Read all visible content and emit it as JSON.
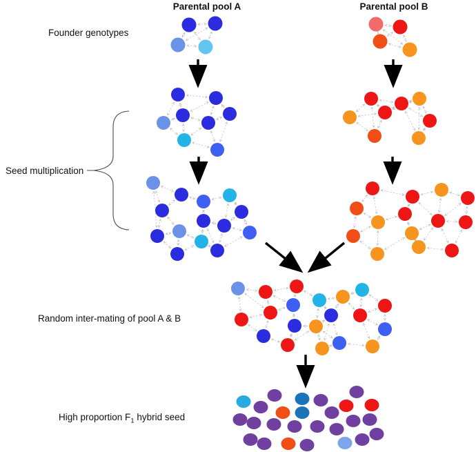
{
  "labels": {
    "pool_a_title": "Parental pool A",
    "pool_b_title": "Parental pool B",
    "founder_genotypes": "Founder genotypes",
    "seed_multiplication": "Seed multiplication",
    "random_intermating": "Random inter-mating of pool A & B",
    "hybrid_seed": {
      "pre": "High proportion F",
      "sub": "1",
      "post": " hybrid seed"
    }
  },
  "palette": {
    "db": "#2b2be0",
    "mb": "#3d5ff2",
    "cf": "#6b92e8",
    "lc": "#63c6f2",
    "cy": "#22b3e8",
    "rd": "#ee1515",
    "sl": "#f06b6b",
    "or": "#f7941e",
    "ro": "#f04e16",
    "pu": "#7040a0",
    "sb": "#1d73b8",
    "lb": "#7ea5ea",
    "cy2": "#29abe2"
  },
  "edge_style": {
    "color": "#c8c8c8",
    "width": 0.8,
    "dash": "2.5 2"
  },
  "arrow_color": "#000000",
  "networks": [
    {
      "id": "pool-a-founders",
      "node_r": 10.5,
      "k": 3,
      "nodes": [
        [
          274,
          36,
          "db"
        ],
        [
          312,
          34,
          "db"
        ],
        [
          258,
          65,
          "cf"
        ],
        [
          298,
          68,
          "lc"
        ]
      ]
    },
    {
      "id": "pool-b-founders",
      "node_r": 10.5,
      "k": 3,
      "nodes": [
        [
          545,
          35,
          "sl"
        ],
        [
          580,
          39,
          "rd"
        ],
        [
          551,
          60,
          "ro"
        ],
        [
          594,
          72,
          "or"
        ]
      ]
    },
    {
      "id": "pool-a-stage2",
      "node_r": 10,
      "k": 3,
      "nodes": [
        [
          258,
          137,
          "db"
        ],
        [
          313,
          142,
          "db"
        ],
        [
          265,
          167,
          "db"
        ],
        [
          333,
          165,
          "db"
        ],
        [
          237,
          178,
          "cf"
        ],
        [
          302,
          178,
          "db"
        ],
        [
          267,
          203,
          "cy"
        ],
        [
          315,
          217,
          "mb"
        ]
      ]
    },
    {
      "id": "pool-b-stage2",
      "node_r": 10,
      "k": 3,
      "nodes": [
        [
          538,
          143,
          "rd"
        ],
        [
          582,
          150,
          "rd"
        ],
        [
          608,
          143,
          "or"
        ],
        [
          558,
          163,
          "rd"
        ],
        [
          507,
          170,
          "or"
        ],
        [
          623,
          175,
          "rd"
        ],
        [
          543,
          197,
          "ro"
        ],
        [
          607,
          200,
          "or"
        ]
      ]
    },
    {
      "id": "pool-a-stage3",
      "node_r": 10,
      "k": 3,
      "nodes": [
        [
          222,
          265,
          "cf"
        ],
        [
          263,
          282,
          "db"
        ],
        [
          295,
          292,
          "mb"
        ],
        [
          333,
          283,
          "cy"
        ],
        [
          235,
          305,
          "db"
        ],
        [
          350,
          307,
          "db"
        ],
        [
          295,
          320,
          "db"
        ],
        [
          260,
          335,
          "cf"
        ],
        [
          325,
          327,
          "db"
        ],
        [
          362,
          337,
          "mb"
        ],
        [
          228,
          342,
          "db"
        ],
        [
          292,
          350,
          "cy"
        ],
        [
          315,
          363,
          "db"
        ],
        [
          257,
          368,
          "db"
        ]
      ]
    },
    {
      "id": "pool-b-stage3",
      "node_r": 10,
      "k": 3,
      "nodes": [
        [
          540,
          273,
          "rd"
        ],
        [
          598,
          285,
          "rd"
        ],
        [
          640,
          275,
          "or"
        ],
        [
          678,
          287,
          "rd"
        ],
        [
          517,
          302,
          "ro"
        ],
        [
          587,
          310,
          "rd"
        ],
        [
          548,
          322,
          "or"
        ],
        [
          635,
          320,
          "rd"
        ],
        [
          675,
          322,
          "rd"
        ],
        [
          512,
          342,
          "ro"
        ],
        [
          597,
          338,
          "or"
        ],
        [
          607,
          358,
          "or"
        ],
        [
          655,
          363,
          "rd"
        ],
        [
          547,
          368,
          "or"
        ]
      ]
    },
    {
      "id": "intermated-pool",
      "node_r": 10,
      "k": 3,
      "nodes": [
        [
          345,
          418,
          "cf"
        ],
        [
          385,
          423,
          "rd"
        ],
        [
          430,
          415,
          "rd"
        ],
        [
          463,
          435,
          "cy"
        ],
        [
          497,
          430,
          "or"
        ],
        [
          525,
          420,
          "cy"
        ],
        [
          558,
          443,
          "rd"
        ],
        [
          425,
          442,
          "mb"
        ],
        [
          392,
          453,
          "rd"
        ],
        [
          350,
          463,
          "rd"
        ],
        [
          480,
          457,
          "db"
        ],
        [
          522,
          457,
          "rd"
        ],
        [
          427,
          472,
          "db"
        ],
        [
          458,
          473,
          "or"
        ],
        [
          558,
          477,
          "mb"
        ],
        [
          382,
          487,
          "db"
        ],
        [
          417,
          500,
          "rd"
        ],
        [
          467,
          505,
          "or"
        ],
        [
          492,
          497,
          "mb"
        ],
        [
          540,
          502,
          "or"
        ]
      ]
    }
  ],
  "seeds": {
    "rx": 10.5,
    "ry": 9,
    "items": [
      [
        353,
        582,
        "cy2"
      ],
      [
        398,
        573,
        "pu"
      ],
      [
        438,
        578,
        "sb"
      ],
      [
        465,
        580,
        "pu"
      ],
      [
        517,
        568,
        "pu"
      ],
      [
        502,
        588,
        "rd"
      ],
      [
        539,
        587,
        "rd"
      ],
      [
        378,
        590,
        "pu"
      ],
      [
        410,
        598,
        "ro"
      ],
      [
        438,
        598,
        "sb"
      ],
      [
        481,
        598,
        "pu"
      ],
      [
        348,
        608,
        "pu"
      ],
      [
        368,
        613,
        "pu"
      ],
      [
        397,
        615,
        "pu"
      ],
      [
        427,
        618,
        "pu"
      ],
      [
        460,
        618,
        "pu"
      ],
      [
        488,
        622,
        "pu"
      ],
      [
        512,
        610,
        "pu"
      ],
      [
        536,
        608,
        "pu"
      ],
      [
        363,
        637,
        "pu"
      ],
      [
        383,
        643,
        "pu"
      ],
      [
        418,
        643,
        "ro"
      ],
      [
        445,
        645,
        "pu"
      ],
      [
        500,
        642,
        "lb"
      ],
      [
        525,
        637,
        "pu"
      ],
      [
        546,
        629,
        "pu"
      ]
    ]
  },
  "flow_arrows": [
    [
      287,
      86,
      287,
      121
    ],
    [
      570,
      86,
      570,
      121
    ],
    [
      288,
      227,
      288,
      261
    ],
    [
      569,
      227,
      569,
      261
    ],
    [
      385,
      352,
      434,
      391
    ],
    [
      499,
      352,
      451,
      391
    ],
    [
      443,
      514,
      443,
      556
    ]
  ]
}
